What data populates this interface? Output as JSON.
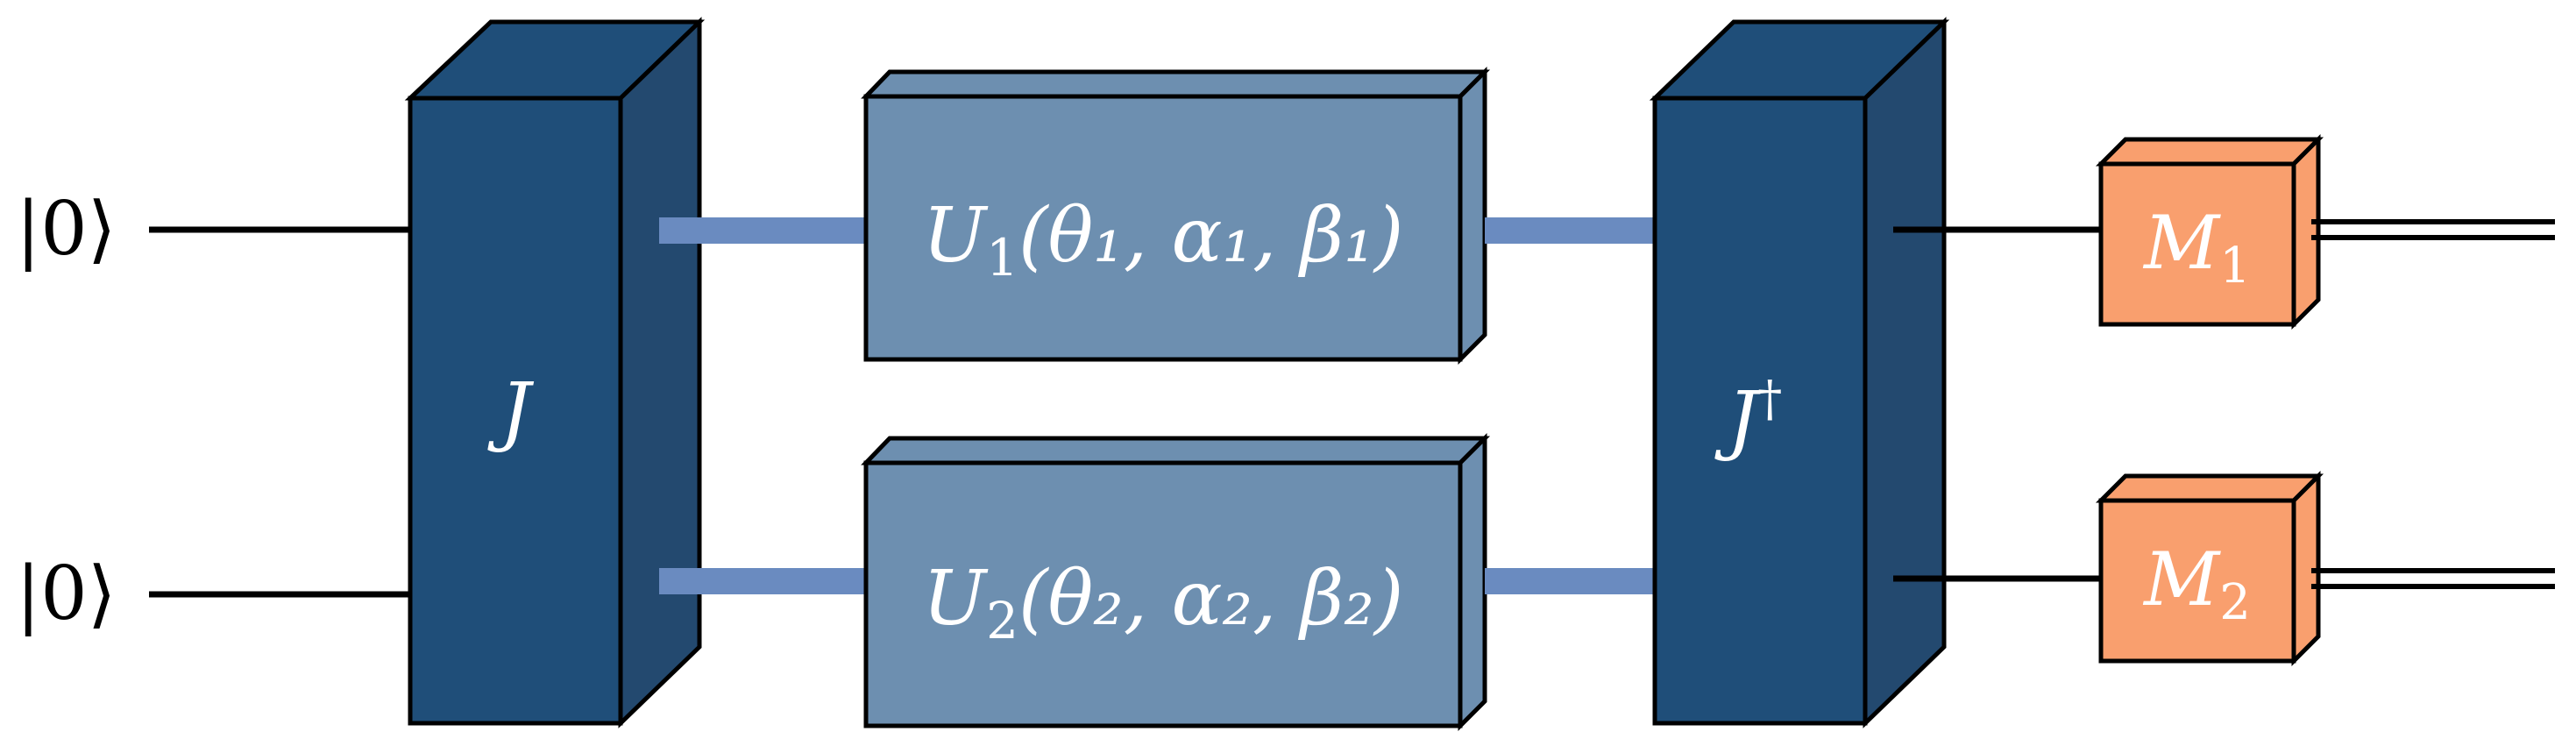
{
  "inputs": [
    {
      "label": "|0⟩"
    },
    {
      "label": "|0⟩"
    }
  ],
  "gates": {
    "J": {
      "label": "J",
      "face_color": "#1f4e79",
      "side_color": "#22476e"
    },
    "U1": {
      "label": "U",
      "sub": "1",
      "args": "(θ₁, α₁, β₁)",
      "face_color": "#6d8fb0"
    },
    "U2": {
      "label": "U",
      "sub": "2",
      "args": "(θ₂, α₂, β₂)",
      "face_color": "#6d8fb0"
    },
    "Jdag": {
      "label": "J",
      "sup": "†",
      "face_color": "#1f4e79"
    },
    "M1": {
      "label": "M",
      "sub": "1",
      "face_color": "#f99f6e"
    },
    "M2": {
      "label": "M",
      "sub": "2",
      "face_color": "#f99f6e"
    }
  },
  "colors": {
    "wire": "#000000",
    "quantum_link": "#6a8bc0",
    "label_text": "#ffffff",
    "input_text": "#000000"
  }
}
